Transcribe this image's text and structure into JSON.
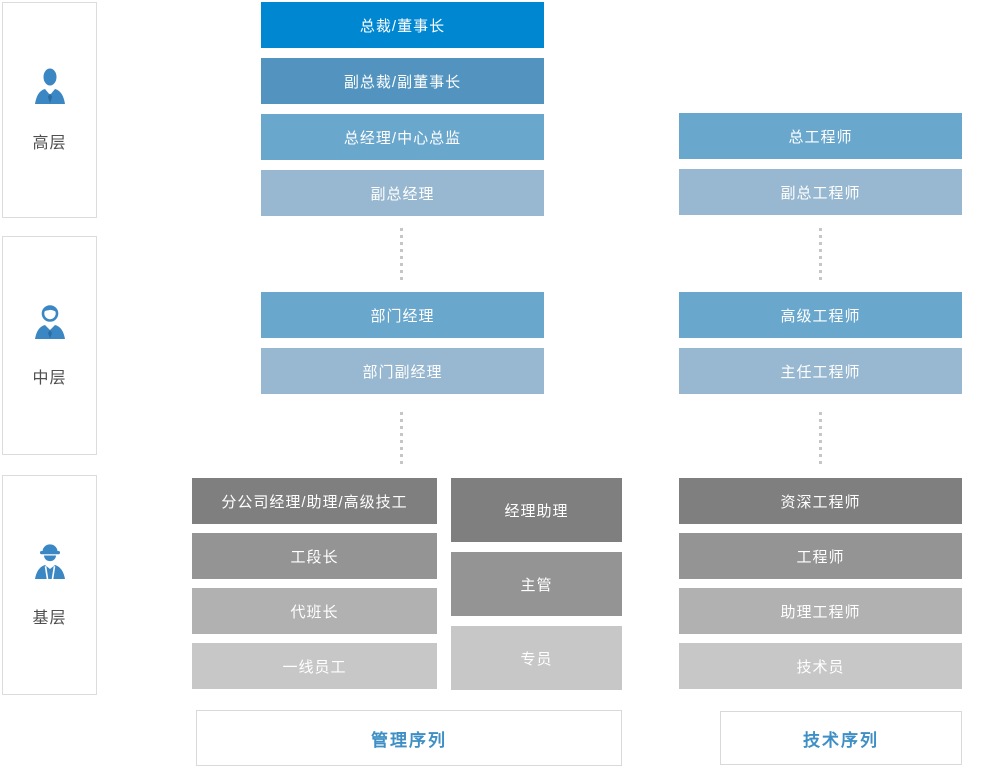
{
  "palette": {
    "bar_blue_1": "#0087d1",
    "bar_blue_2": "#5294bf",
    "bar_blue_3": "#6aa7cd",
    "bar_blue_4": "#97b8d0",
    "bar_gray_1": "#7f7f7f",
    "bar_gray_2": "#949494",
    "bar_gray_3": "#b1b1b1",
    "bar_gray_4": "#c7c7c7",
    "accent_blue": "#3e8fc5",
    "icon_blue": "#3a87c4",
    "bar_text": "#ffffff",
    "level_text": "#4f4f4f",
    "box_border": "#dcdcdc",
    "dot_color": "#c6c6c6"
  },
  "levels": [
    {
      "label": "高层",
      "icon": "executive-icon"
    },
    {
      "label": "中层",
      "icon": "manager-icon"
    },
    {
      "label": "基层",
      "icon": "worker-icon"
    }
  ],
  "management": {
    "footer_label": "管理序列",
    "senior_bars": [
      {
        "label": "总裁/董事长",
        "color": "#0087d1"
      },
      {
        "label": "副总裁/副董事长",
        "color": "#5294bf"
      },
      {
        "label": "总经理/中心总监",
        "color": "#6aa7cd"
      },
      {
        "label": "副总经理",
        "color": "#97b8d0"
      }
    ],
    "middle_bars": [
      {
        "label": "部门经理",
        "color": "#6aa7cd"
      },
      {
        "label": "部门副经理",
        "color": "#97b8d0"
      }
    ],
    "base_bars_left": [
      {
        "label": "分公司经理/助理/高级技工",
        "color": "#7f7f7f"
      },
      {
        "label": "工段长",
        "color": "#949494"
      },
      {
        "label": "代班长",
        "color": "#b1b1b1"
      },
      {
        "label": "一线员工",
        "color": "#c7c7c7"
      }
    ],
    "base_bars_right": [
      {
        "label": "经理助理",
        "color": "#7f7f7f"
      },
      {
        "label": "主管",
        "color": "#949494"
      },
      {
        "label": "专员",
        "color": "#c7c7c7"
      }
    ]
  },
  "technical": {
    "footer_label": "技术序列",
    "senior_bars": [
      {
        "label": "总工程师",
        "color": "#6aa7cd"
      },
      {
        "label": "副总工程师",
        "color": "#97b8d0"
      }
    ],
    "middle_bars": [
      {
        "label": "高级工程师",
        "color": "#6aa7cd"
      },
      {
        "label": "主任工程师",
        "color": "#97b8d0"
      }
    ],
    "base_bars": [
      {
        "label": "资深工程师",
        "color": "#7f7f7f"
      },
      {
        "label": "工程师",
        "color": "#949494"
      },
      {
        "label": "助理工程师",
        "color": "#b1b1b1"
      },
      {
        "label": "技术员",
        "color": "#c7c7c7"
      }
    ]
  }
}
